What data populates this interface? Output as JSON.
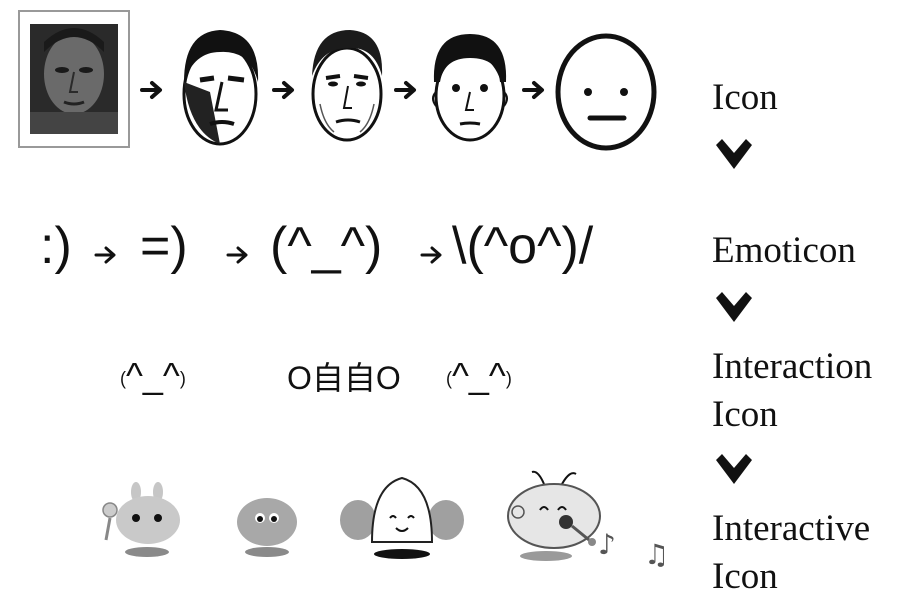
{
  "row1": {
    "stages": [
      "photo-face",
      "shaded-face",
      "sketch-face",
      "cartoon-face",
      "minimal-face"
    ]
  },
  "row2": {
    "emoticons": [
      ":)",
      "=)",
      "(^_^)",
      "\\(^o^)/"
    ]
  },
  "row3": {
    "items": [
      {
        "open": "(",
        "face": "^_^",
        "close": ")"
      },
      {
        "face": "O自自O"
      },
      {
        "open": "(",
        "face": "^_^",
        "close": ")"
      }
    ]
  },
  "row4": {
    "characters": [
      "bunny-sprite",
      "blob-sprite",
      "rice-ball-sprite",
      "singing-sprite"
    ],
    "notes": [
      "♪",
      "♫"
    ]
  },
  "labels": {
    "icon": "Icon",
    "emoticon": "Emoticon",
    "interaction_icon_1": "Interaction",
    "interaction_icon_2": "Icon",
    "interactive_icon_1": "Interactive",
    "interactive_icon_2": "Icon"
  },
  "colors": {
    "ink": "#111111",
    "frame": "#999999",
    "sprite_fill": "#bdbdbd",
    "shadow": "#8a8a8a"
  }
}
